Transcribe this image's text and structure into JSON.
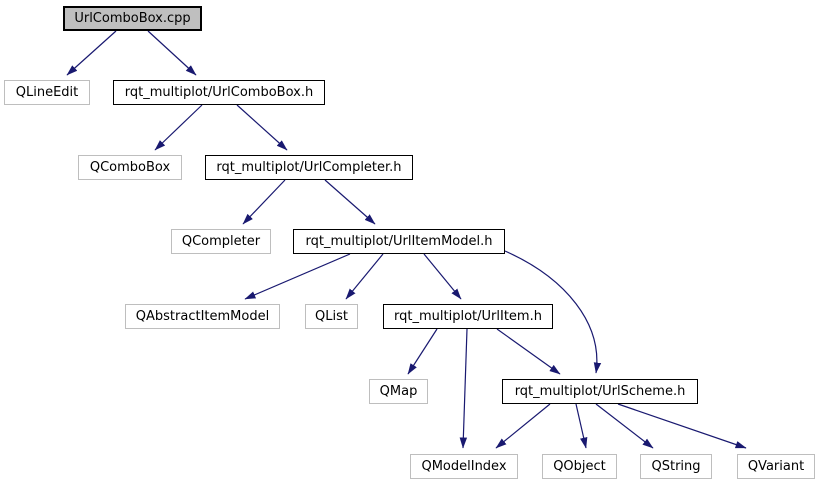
{
  "diagram": {
    "type": "include-dependency-graph",
    "root_file": "UrlComboBox.cpp",
    "colors": {
      "edge": "#191970",
      "root_fill": "#bfbfbf",
      "root_border": "#000000",
      "header_border": "#000000",
      "external_border": "#bebebe",
      "node_fill": "#ffffff",
      "text": "#000000",
      "background": "#ffffff"
    },
    "nodes": [
      {
        "id": "urlcombobox-cpp",
        "label": "UrlComboBox.cpp",
        "kind": "root"
      },
      {
        "id": "qlineedit",
        "label": "QLineEdit",
        "kind": "external"
      },
      {
        "id": "urlcombobox-h",
        "label": "rqt_multiplot/UrlComboBox.h",
        "kind": "header"
      },
      {
        "id": "qcombobox",
        "label": "QComboBox",
        "kind": "external"
      },
      {
        "id": "urlcompleter-h",
        "label": "rqt_multiplot/UrlCompleter.h",
        "kind": "header"
      },
      {
        "id": "qcompleter",
        "label": "QCompleter",
        "kind": "external"
      },
      {
        "id": "urlitemmodel-h",
        "label": "rqt_multiplot/UrlItemModel.h",
        "kind": "header"
      },
      {
        "id": "qabstractitemmodel",
        "label": "QAbstractItemModel",
        "kind": "external"
      },
      {
        "id": "qlist",
        "label": "QList",
        "kind": "external"
      },
      {
        "id": "urlitem-h",
        "label": "rqt_multiplot/UrlItem.h",
        "kind": "header"
      },
      {
        "id": "qmap",
        "label": "QMap",
        "kind": "external"
      },
      {
        "id": "urlscheme-h",
        "label": "rqt_multiplot/UrlScheme.h",
        "kind": "header"
      },
      {
        "id": "qmodelindex",
        "label": "QModelIndex",
        "kind": "external"
      },
      {
        "id": "qobject",
        "label": "QObject",
        "kind": "external"
      },
      {
        "id": "qstring",
        "label": "QString",
        "kind": "external"
      },
      {
        "id": "qvariant",
        "label": "QVariant",
        "kind": "external"
      }
    ],
    "edges": [
      {
        "from": "UrlComboBox.cpp",
        "to": "QLineEdit"
      },
      {
        "from": "UrlComboBox.cpp",
        "to": "rqt_multiplot/UrlComboBox.h"
      },
      {
        "from": "rqt_multiplot/UrlComboBox.h",
        "to": "QComboBox"
      },
      {
        "from": "rqt_multiplot/UrlComboBox.h",
        "to": "rqt_multiplot/UrlCompleter.h"
      },
      {
        "from": "rqt_multiplot/UrlCompleter.h",
        "to": "QCompleter"
      },
      {
        "from": "rqt_multiplot/UrlCompleter.h",
        "to": "rqt_multiplot/UrlItemModel.h"
      },
      {
        "from": "rqt_multiplot/UrlItemModel.h",
        "to": "QAbstractItemModel"
      },
      {
        "from": "rqt_multiplot/UrlItemModel.h",
        "to": "QList"
      },
      {
        "from": "rqt_multiplot/UrlItemModel.h",
        "to": "rqt_multiplot/UrlItem.h"
      },
      {
        "from": "rqt_multiplot/UrlItemModel.h",
        "to": "rqt_multiplot/UrlScheme.h"
      },
      {
        "from": "rqt_multiplot/UrlItem.h",
        "to": "QMap"
      },
      {
        "from": "rqt_multiplot/UrlItem.h",
        "to": "QModelIndex"
      },
      {
        "from": "rqt_multiplot/UrlItem.h",
        "to": "rqt_multiplot/UrlScheme.h"
      },
      {
        "from": "rqt_multiplot/UrlScheme.h",
        "to": "QModelIndex"
      },
      {
        "from": "rqt_multiplot/UrlScheme.h",
        "to": "QObject"
      },
      {
        "from": "rqt_multiplot/UrlScheme.h",
        "to": "QString"
      },
      {
        "from": "rqt_multiplot/UrlScheme.h",
        "to": "QVariant"
      }
    ]
  }
}
